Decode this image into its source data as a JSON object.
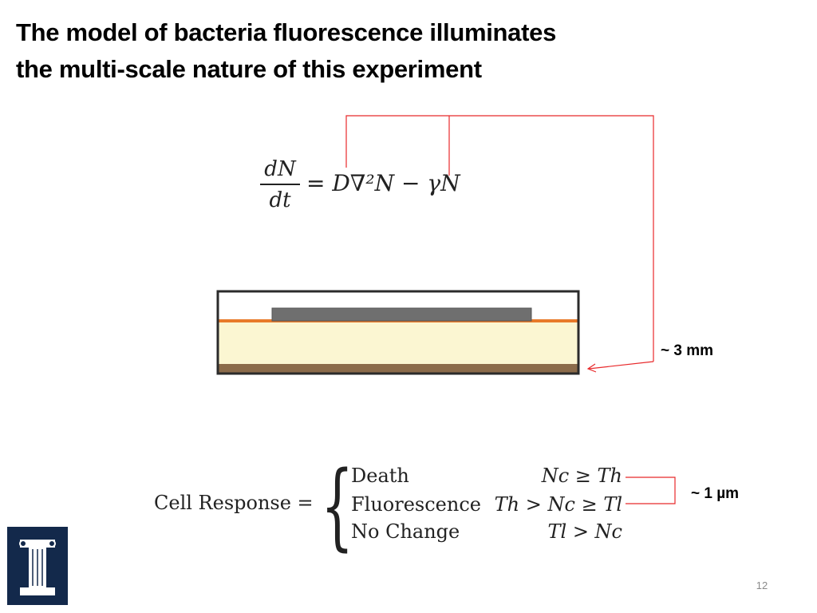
{
  "slide": {
    "title_line1": "The model of bacteria fluorescence illuminates",
    "title_line2": "the multi-scale nature of this experiment",
    "page_number": "12"
  },
  "equation": {
    "numerator": "dN",
    "denominator": "dt",
    "rhs": "= D∇²N − γN"
  },
  "scale_labels": {
    "macro": "~ 3 mm",
    "micro": "~ 1 µm"
  },
  "cell_response": {
    "label": "Cell Response =",
    "cases": [
      {
        "response": "Death",
        "condition": "Nc ≥ Th"
      },
      {
        "response": "Fluorescence",
        "condition": "Th > Nc ≥ Tl"
      },
      {
        "response": "No Change",
        "condition": "Tl > Nc"
      }
    ]
  },
  "colors": {
    "annotation": "#e8292b",
    "agar": "#fbf6d2",
    "surface_layer": "#e87a2a",
    "bottom_layer": "#8b6b4a",
    "sample_slide": "#6f6f6f",
    "logo_bg": "#13294b"
  },
  "logo": {
    "icon": "university-block-i-icon"
  }
}
